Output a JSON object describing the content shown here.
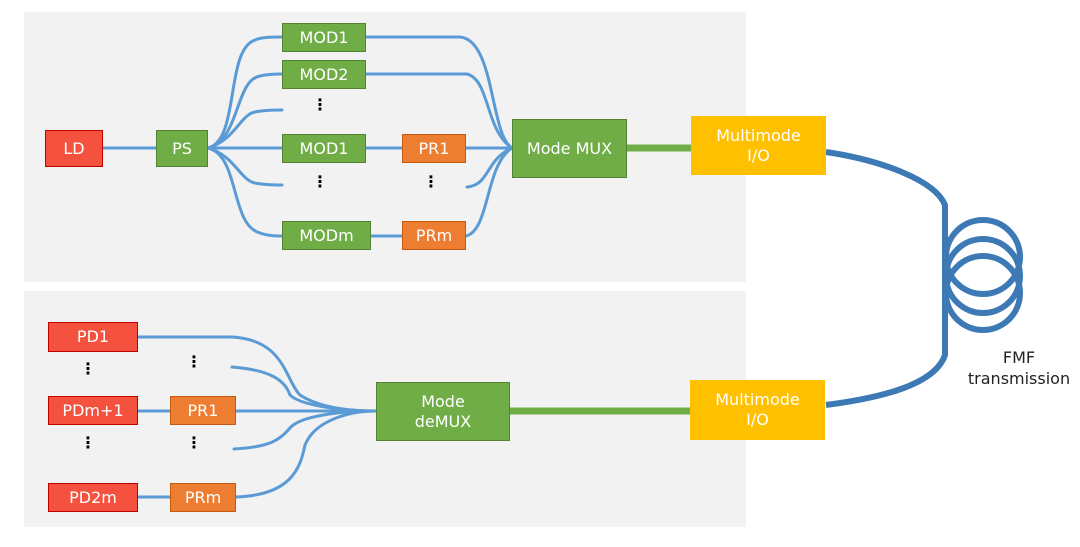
{
  "transmitter": {
    "laser": "LD",
    "splitter": "PS",
    "modulators": [
      "MOD1",
      "MOD2",
      "MOD1",
      "MODm"
    ],
    "rotators": [
      "PR1",
      "PRm"
    ],
    "mux": "Mode MUX",
    "io": "Multimode\nI/O"
  },
  "receiver": {
    "detectors": [
      "PD1",
      "PDm+1",
      "PD2m"
    ],
    "rotators": [
      "PR1",
      "PRm"
    ],
    "demux": "Mode\ndeMUX",
    "io": "Multimode\nI/O"
  },
  "fiber": {
    "label": "FMF\ntransmission"
  },
  "ellipsis": "⋮",
  "colors": {
    "laser_detector": "#f4513f",
    "component": "#70ad47",
    "rotator": "#ed7d31",
    "io": "#ffc000",
    "waveguide": "#5b9bd5",
    "fiber": "#3d7ab5",
    "panel": "#f2f2f2"
  }
}
